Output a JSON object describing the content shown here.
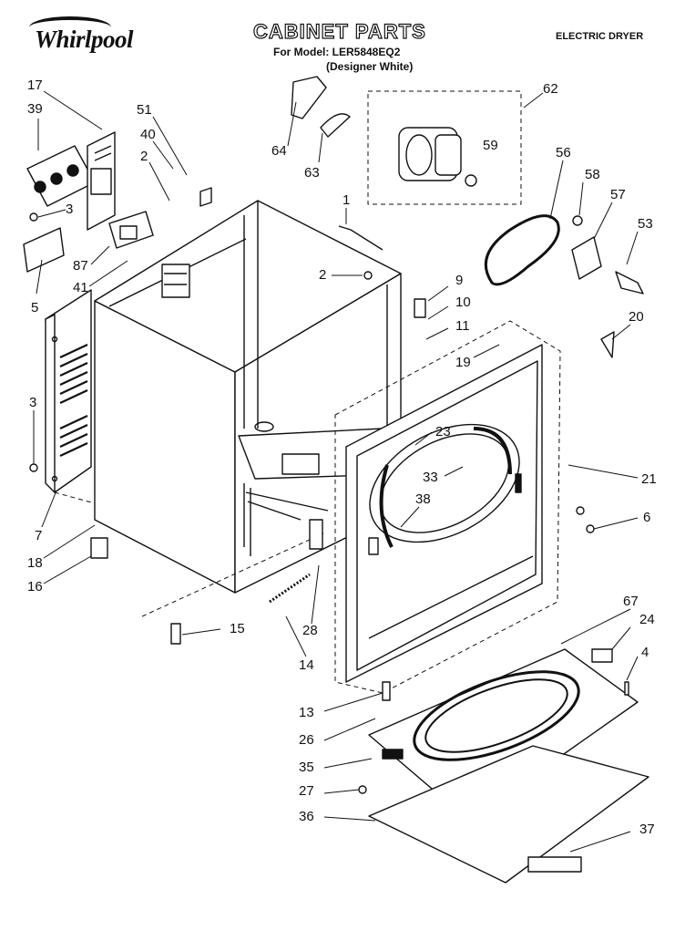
{
  "header": {
    "brand": "Whirlpool",
    "title": "CABINET PARTS",
    "model_line": "For Model: LER5848EQ2",
    "variant_line": "(Designer White)",
    "product_type": "ELECTRIC DRYER"
  },
  "callouts": [
    {
      "id": "c17",
      "label": "17"
    },
    {
      "id": "c39",
      "label": "39"
    },
    {
      "id": "c51",
      "label": "51"
    },
    {
      "id": "c40",
      "label": "40"
    },
    {
      "id": "c2a",
      "label": "2"
    },
    {
      "id": "c3a",
      "label": "3"
    },
    {
      "id": "c87",
      "label": "87"
    },
    {
      "id": "c41",
      "label": "41"
    },
    {
      "id": "c5",
      "label": "5"
    },
    {
      "id": "c64",
      "label": "64"
    },
    {
      "id": "c63",
      "label": "63"
    },
    {
      "id": "c62",
      "label": "62"
    },
    {
      "id": "c59",
      "label": "59"
    },
    {
      "id": "c1",
      "label": "1"
    },
    {
      "id": "c56",
      "label": "56"
    },
    {
      "id": "c58",
      "label": "58"
    },
    {
      "id": "c57",
      "label": "57"
    },
    {
      "id": "c53",
      "label": "53"
    },
    {
      "id": "c2b",
      "label": "2"
    },
    {
      "id": "c9",
      "label": "9"
    },
    {
      "id": "c10",
      "label": "10"
    },
    {
      "id": "c11",
      "label": "11"
    },
    {
      "id": "c20",
      "label": "20"
    },
    {
      "id": "c19",
      "label": "19"
    },
    {
      "id": "c3b",
      "label": "3"
    },
    {
      "id": "c23",
      "label": "23"
    },
    {
      "id": "c33",
      "label": "33"
    },
    {
      "id": "c21",
      "label": "21"
    },
    {
      "id": "c38",
      "label": "38"
    },
    {
      "id": "c6",
      "label": "6"
    },
    {
      "id": "c7",
      "label": "7"
    },
    {
      "id": "c18",
      "label": "18"
    },
    {
      "id": "c16",
      "label": "16"
    },
    {
      "id": "c15",
      "label": "15"
    },
    {
      "id": "c28",
      "label": "28"
    },
    {
      "id": "c14",
      "label": "14"
    },
    {
      "id": "c67",
      "label": "67"
    },
    {
      "id": "c24",
      "label": "24"
    },
    {
      "id": "c4",
      "label": "4"
    },
    {
      "id": "c13",
      "label": "13"
    },
    {
      "id": "c26",
      "label": "26"
    },
    {
      "id": "c35",
      "label": "35"
    },
    {
      "id": "c27",
      "label": "27"
    },
    {
      "id": "c36",
      "label": "36"
    },
    {
      "id": "c37",
      "label": "37"
    }
  ]
}
